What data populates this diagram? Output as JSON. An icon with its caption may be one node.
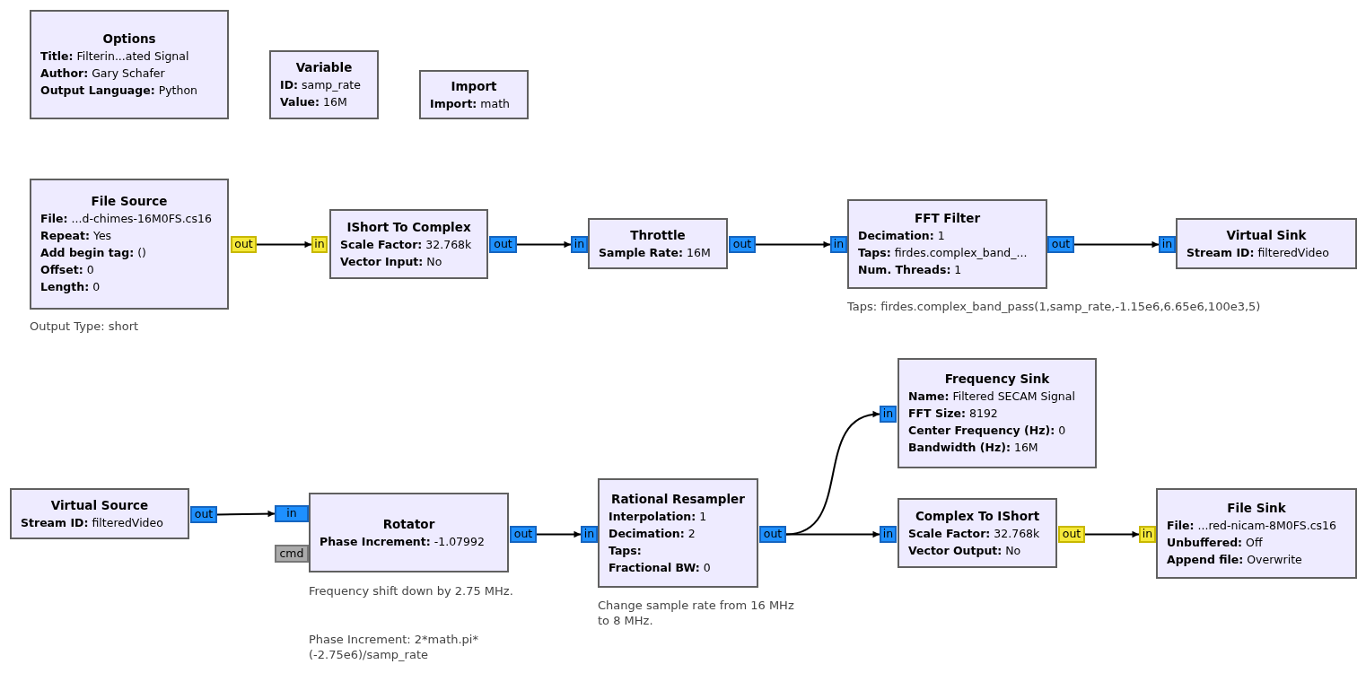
{
  "diagram": {
    "nodes": [
      {
        "text": [
          "Options",
          "**Title:** Filterin...ated Signal",
          "**Author:** Gary Schafer",
          "**Output Language:** Python"
        ]
      },
      {
        "text": [
          "Variable",
          "**ID:** samp_rate",
          "**Value:** 16M"
        ]
      },
      {
        "text": [
          "Import",
          "**Import:** math"
        ]
      },
      {
        "text": [
          "File Source",
          "**File:** ...d-chimes-16M0FS.cs16",
          "**Repeat:** Yes",
          "**Add begin tag:** ()",
          "**Offset:** 0",
          "**Length:** 0"
        ],
        "beside": [
          "Output Type: short"
        ]
      },
      {
        "text": [
          "out"
        ]
      },
      {
        "text": [
          "in"
        ]
      },
      {
        "text": [
          "IShort To Complex",
          "**Scale Factor:** 32.768k",
          "**Vector Input:** No"
        ]
      },
      {
        "text": [
          "out"
        ]
      },
      {
        "text": [
          "in"
        ]
      },
      {
        "text": [
          "Throttle",
          "**Sample Rate:** 16M"
        ]
      },
      {
        "text": [
          "out"
        ]
      },
      {
        "text": [
          "in"
        ]
      },
      {
        "text": [
          "FFT Filter",
          "**Decimation:** 1",
          "**Taps:** firdes.complex_band_...",
          "**Num. Threads:** 1"
        ],
        "beside": [
          "Taps: firdes.complex_band_pass(1,samp_rate,-1.15e6,6.65e6,100e3,5)"
        ]
      },
      {
        "text": [
          "out"
        ]
      },
      {
        "text": [
          "in"
        ]
      },
      {
        "text": [
          "Virtual Sink",
          "**Stream ID:** filteredVideo"
        ]
      },
      {
        "text": [
          "in"
        ]
      },
      {
        "text": [
          "Frequency Sink",
          "**Name:** Filtered SECAM Signal",
          "**FFT Size:** 8192",
          "**Center Frequency (Hz):** 0",
          "**Bandwidth (Hz):** 16M"
        ]
      },
      {
        "text": [
          "Virtual Source",
          "**Stream ID:** filteredVideo"
        ]
      },
      {
        "text": [
          "out"
        ]
      },
      {
        "text": [
          "in"
        ]
      },
      {
        "text": [
          "cmd"
        ]
      },
      {
        "text": [
          "Rotator",
          "**Phase Increment:** -1.07992"
        ],
        "beside": [
          "Frequency shift down by 2.75 MHz.",
          "Phase Increment: 2*math.pi*(-2.75e6)/samp_rate"
        ]
      },
      {
        "text": [
          "out"
        ]
      },
      {
        "text": [
          "in"
        ]
      },
      {
        "text": [
          "Rational Resampler",
          "**Interpolation:** 1",
          "**Decimation:** 2",
          "**Taps:**",
          "**Fractional BW:** 0"
        ],
        "beside": [
          "Change sample rate from 16 MHz to 8 MHz."
        ]
      },
      {
        "text": [
          "out"
        ]
      },
      {
        "text": [
          "in"
        ]
      },
      {
        "text": [
          "Complex To IShort",
          "**Scale Factor:** 32.768k",
          "**Vector Output:** No"
        ]
      },
      {
        "text": [
          "out"
        ]
      },
      {
        "text": [
          "in"
        ]
      },
      {
        "text": [
          "File Sink",
          "**File:** ...red-nicam-8M0FS.cs16",
          "**Unbuffered:** Off",
          "**Append file:** Overwrite"
        ]
      }
    ],
    "edges": [
      {
        "from": 4,
        "to": 5,
        "arrow": "to"
      },
      {
        "from": 7,
        "to": 8,
        "arrow": "to"
      },
      {
        "from": 10,
        "to": 11,
        "arrow": "to"
      },
      {
        "from": 13,
        "to": 14,
        "arrow": "to"
      },
      {
        "from": 19,
        "to": 20,
        "arrow": "to"
      },
      {
        "from": 23,
        "to": 24,
        "arrow": "to"
      },
      {
        "from": 26,
        "to": 16,
        "arrow": "to"
      },
      {
        "from": 26,
        "to": 27,
        "arrow": "to"
      },
      {
        "from": 29,
        "to": 30,
        "arrow": "to"
      }
    ]
  }
}
